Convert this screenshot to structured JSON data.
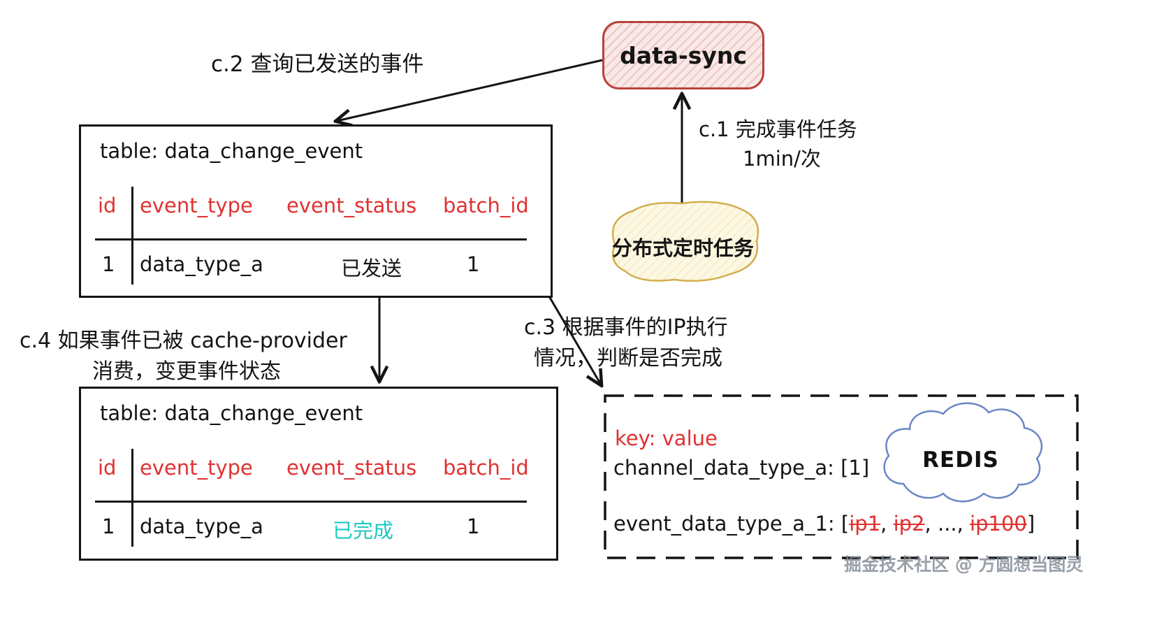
{
  "nodes": {
    "data_sync": {
      "label": "data-sync"
    },
    "scheduler": {
      "label": "分布式定时任务"
    },
    "redis_cloud": {
      "label": "REDIS"
    }
  },
  "annotations": {
    "c1_line1": "c.1 完成事件任务",
    "c1_line2": "1min/次",
    "c2": "c.2 查询已发送的事件",
    "c3_line1": "c.3 根据事件的IP执行",
    "c3_line2": "情况，判断是否完成",
    "c4_line1": "c.4 如果事件已被 cache-provider",
    "c4_line2": "消费，变更事件状态"
  },
  "table_sent": {
    "title": "table: data_change_event",
    "headers": [
      "id",
      "event_type",
      "event_status",
      "batch_id"
    ],
    "row": [
      "1",
      "data_type_a",
      "已发送",
      "1"
    ]
  },
  "table_done": {
    "title": "table: data_change_event",
    "headers": [
      "id",
      "event_type",
      "event_status",
      "batch_id"
    ],
    "row": [
      "1",
      "data_type_a",
      "已完成",
      "1"
    ]
  },
  "redis_box": {
    "key_header": "key: value",
    "channel_entry": "channel_data_type_a: [1]",
    "event_entry_prefix": "event_data_type_a_1: [",
    "ip1": "ip1",
    "sep1": ", ",
    "ip2": "ip2",
    "sep2": ", ..., ",
    "ip3": "ip100",
    "event_entry_suffix": "]"
  },
  "watermark": "掘金技术社区 @ 方圆想当图灵",
  "colors": {
    "highlight_red": "#e03131",
    "done_cyan": "#1fc9c3",
    "data_sync_border": "#b8433c",
    "scheduler_border": "#d3ae4e",
    "redis_cloud_border": "#6a86c7",
    "line_black": "#141414"
  }
}
